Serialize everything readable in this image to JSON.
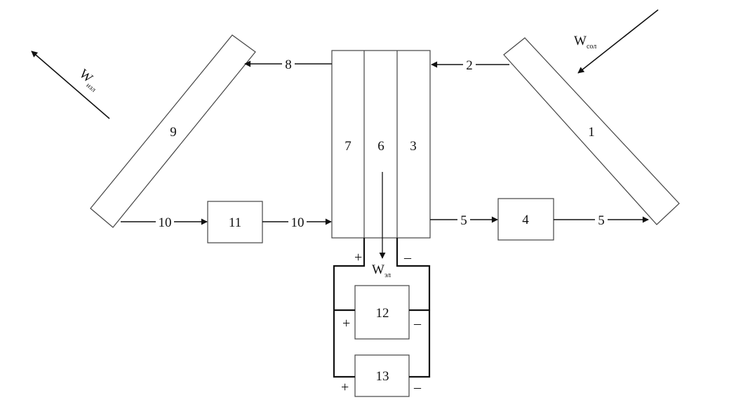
{
  "components": {
    "panel_1": "1",
    "panel_9": "9",
    "block_7": "7",
    "block_6": "6",
    "block_3": "3",
    "box_4": "4",
    "box_11": "11",
    "box_12": "12",
    "box_13": "13"
  },
  "flows": {
    "flow_2": "2",
    "flow_8": "8",
    "flow_5_left": "5",
    "flow_5_right": "5",
    "flow_10_left": "10",
    "flow_10_right": "10"
  },
  "energy": {
    "w_sol": {
      "symbol": "W",
      "sub": "сол"
    },
    "w_izl": {
      "symbol": "W",
      "sub": "изл"
    },
    "w_el": {
      "symbol": "W",
      "sub": "эл"
    }
  },
  "polarity": {
    "block_plus": "+",
    "block_minus": "–",
    "box12_plus": "+",
    "box12_minus": "–",
    "box13_plus": "+",
    "box13_minus": "–"
  },
  "colors": {
    "line": "#111111",
    "box_edge": "#444444",
    "background": "#ffffff"
  }
}
